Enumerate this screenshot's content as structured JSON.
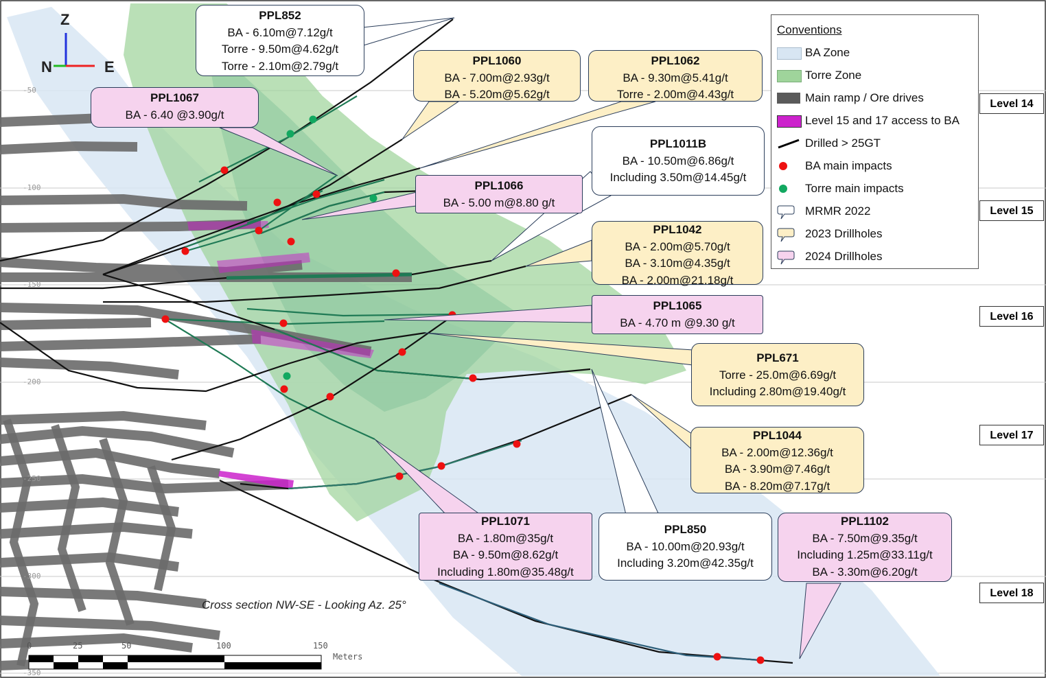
{
  "compass": {
    "up": "Z",
    "left": "N",
    "right": "E"
  },
  "elevations": [
    "-50",
    "-100",
    "-150",
    "-200",
    "-250",
    "-300",
    "-350"
  ],
  "levels": [
    "Level 14",
    "Level 15",
    "Level 16",
    "Level 17",
    "Level 18"
  ],
  "legend": {
    "title": "Conventions",
    "items": [
      {
        "label": "BA Zone",
        "color": "#d9e7f4"
      },
      {
        "label": "Torre Zone",
        "color": "#9fd49b"
      },
      {
        "label": "Main ramp / Ore drives",
        "color": "#5a5a5a"
      },
      {
        "label": "Level 15 and 17 access to BA",
        "color": "#cc22cc"
      },
      {
        "label": "Drilled > 25GT",
        "color": "#000000"
      },
      {
        "label": "BA main impacts",
        "color": "#ee1111"
      },
      {
        "label": "Torre main impacts",
        "color": "#12a860"
      },
      {
        "label": "MRMR 2022",
        "color": "#ffffff"
      },
      {
        "label": "2023 Drillholes",
        "color": "#fdefc6"
      },
      {
        "label": "2024 Drillholes",
        "color": "#f6d3ee"
      }
    ]
  },
  "callouts": {
    "ppl852": {
      "title": "PPL852",
      "lines": [
        "BA - 6.10m@7.12g/t",
        "Torre - 9.50m@4.62g/t",
        "Torre - 2.10m@2.79g/t"
      ]
    },
    "ppl1060": {
      "title": "PPL1060",
      "lines": [
        "BA - 7.00m@2.93g/t",
        "BA - 5.20m@5.62g/t"
      ]
    },
    "ppl1062": {
      "title": "PPL1062",
      "lines": [
        "BA - 9.30m@5.41g/t",
        "Torre - 2.00m@4.43g/t"
      ]
    },
    "ppl1067": {
      "title": "PPL1067",
      "lines": [
        "BA - 6.40 @3.90g/t"
      ]
    },
    "ppl1011b": {
      "title": "PPL1011B",
      "lines": [
        "BA - 10.50m@6.86g/t",
        "Including 3.50m@14.45g/t"
      ]
    },
    "ppl1066": {
      "title": "PPL1066",
      "lines": [
        "BA - 5.00 m@8.80 g/t"
      ]
    },
    "ppl1042": {
      "title": "PPL1042",
      "lines": [
        "BA - 2.00m@5.70g/t",
        "BA - 3.10m@4.35g/t",
        "BA - 2.00m@21.18g/t"
      ]
    },
    "ppl1065": {
      "title": "PPL1065",
      "lines": [
        "BA - 4.70 m @9.30 g/t"
      ]
    },
    "ppl671": {
      "title": "PPL671",
      "lines": [
        "Torre - 25.0m@6.69g/t",
        "Including 2.80m@19.40g/t"
      ]
    },
    "ppl1044": {
      "title": "PPL1044",
      "lines": [
        "BA - 2.00m@12.36g/t",
        "BA - 3.90m@7.46g/t",
        "BA - 8.20m@7.17g/t"
      ]
    },
    "ppl1071": {
      "title": "PPL1071",
      "lines": [
        "BA - 1.80m@35g/t",
        "BA - 9.50m@8.62g/t",
        "Including 1.80m@35.48g/t"
      ]
    },
    "ppl850": {
      "title": "PPL850",
      "lines": [
        "BA - 10.00m@20.93g/t",
        "Including 3.20m@42.35g/t"
      ]
    },
    "ppl1102": {
      "title": "PPL1102",
      "lines": [
        "BA - 7.50m@9.35g/t",
        "Including 1.25m@33.11g/t",
        "BA - 3.30m@6.20g/t"
      ]
    }
  },
  "section_caption": "Cross section NW-SE - Looking Az. 25°",
  "scale": {
    "ticks": [
      "0",
      "25",
      "50",
      "100",
      "150"
    ],
    "unit": "Meters"
  }
}
